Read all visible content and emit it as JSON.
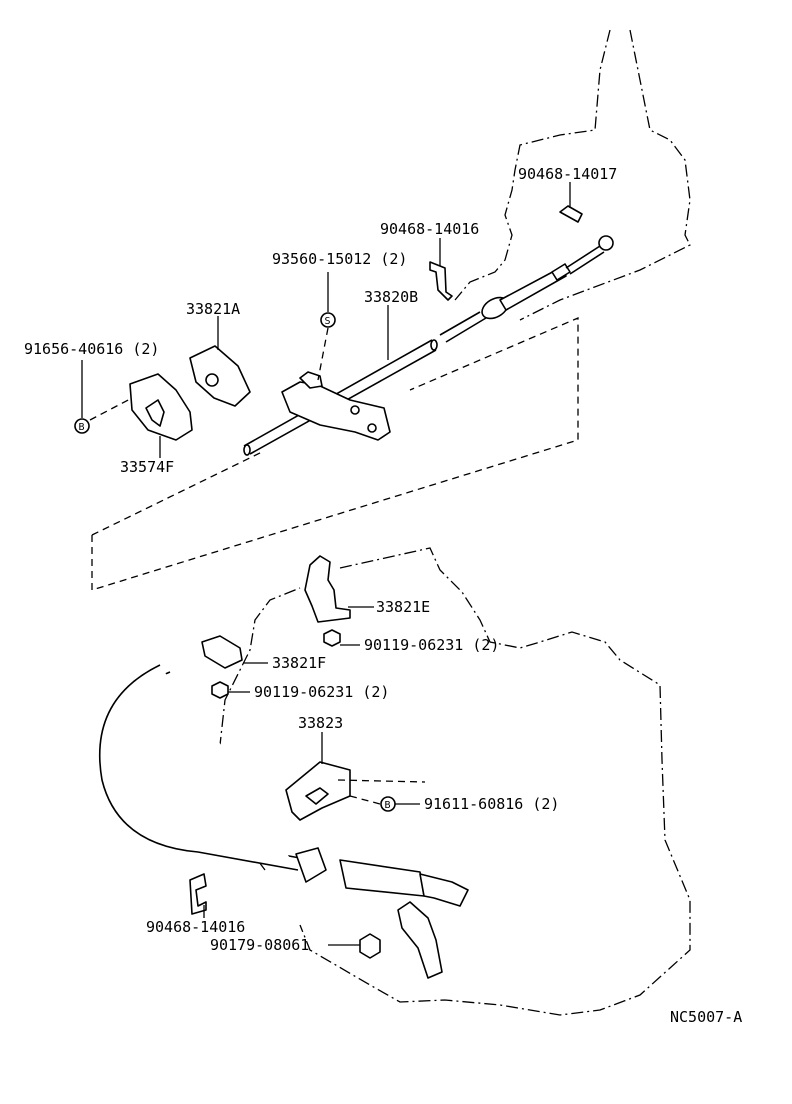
{
  "labels": {
    "clip_upper": "90468-14017",
    "clip_mid": "90468-14016",
    "nut_s": "93560-15012 (2)",
    "shaft": "33820B",
    "cover": "33821A",
    "bolt_b_left": "91656-40616 (2)",
    "plate_left": "33574F",
    "bracket_e": "33821E",
    "bolt_e": "90119-06231 (2)",
    "bracket_f": "33821F",
    "bolt_f": "90119-06231 (2)",
    "bracket_33823": "33823",
    "bolt_b_right": "91611-60816 (2)",
    "clip_lower": "90468-14016",
    "nut_lower": "90179-08061",
    "figure_code": "NC5007-A"
  },
  "markers": {
    "s": "S",
    "b1": "B",
    "b2": "B"
  }
}
